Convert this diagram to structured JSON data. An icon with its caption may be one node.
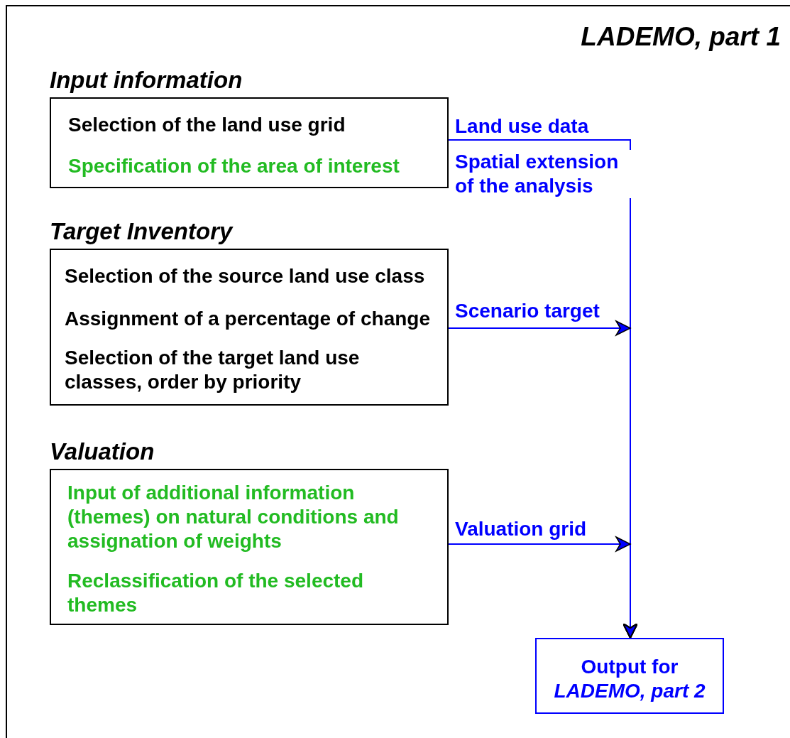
{
  "diagram": {
    "title": "LADEMO, part 1",
    "nodes": [
      {
        "text": [
          "Input information",
          "Selection of the land use grid",
          "Specification of the area of interest"
        ]
      },
      {
        "text": [
          "Target Inventory",
          "Selection of the source land use class",
          "Assignment of a percentage of change",
          "Selection of the target land use classes, order by priority"
        ]
      },
      {
        "text": [
          "Valuation",
          "Input of additional information (themes) on natural conditions and assignation of weights",
          "Reclassification of the selected themes"
        ]
      },
      {
        "text": [
          "Output for *LADEMO, part 2*"
        ]
      }
    ],
    "edges": [
      {
        "from": 0,
        "to": 3,
        "arrow": "to",
        "label": "Land use data"
      },
      {
        "from": 1,
        "to": 3,
        "arrow": "to",
        "label": "Scenario target"
      },
      {
        "from": 2,
        "to": 3,
        "arrow": "to",
        "label": "Valuation grid"
      }
    ],
    "labels": [
      "Spatial extension of the analysis"
    ]
  }
}
